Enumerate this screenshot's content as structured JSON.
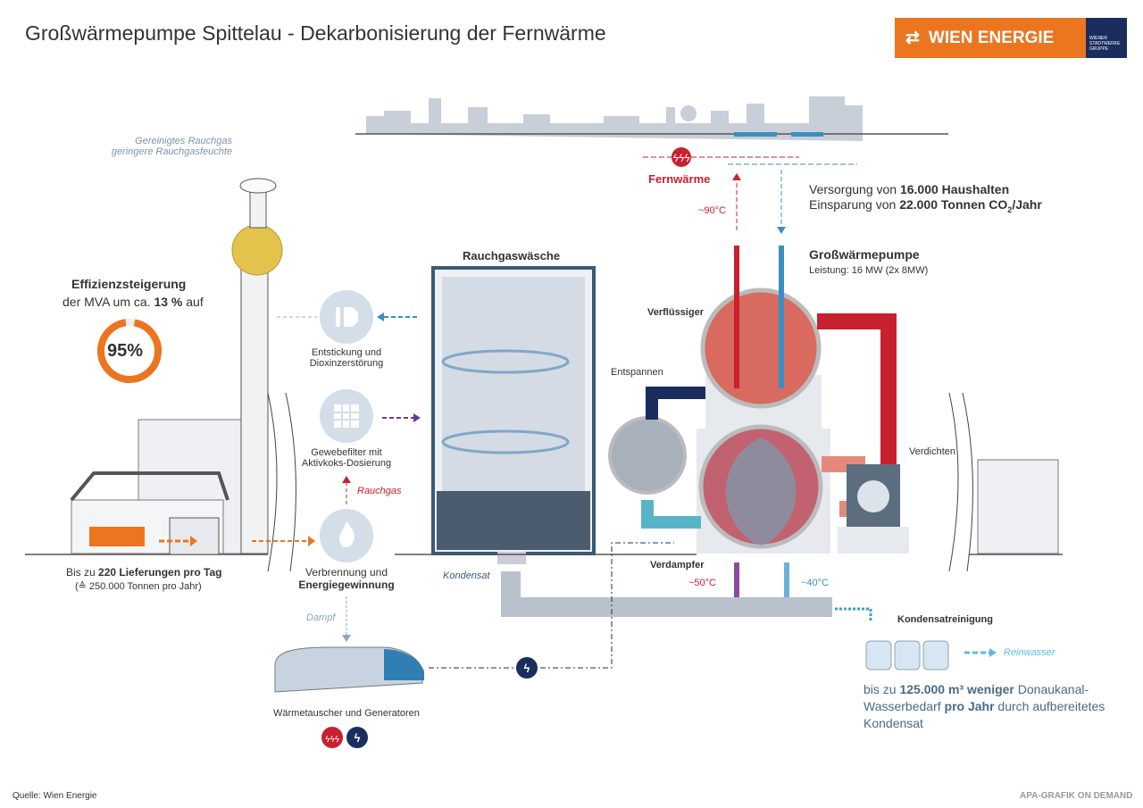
{
  "title": "Großwärmepumpe Spittelau - Dekarbonisierung der Fernwärme",
  "logo": {
    "brand": "WIEN ENERGIE",
    "group": "WIENER STADTWERKE GRUPPE",
    "color": "#ec7520",
    "group_color": "#1b2d5e"
  },
  "chimney": {
    "line1": "Gereinigtes Rauchgas",
    "line2": "geringere Rauchgasfeuchte"
  },
  "efficiency": {
    "heading": "Effizienzsteigerung",
    "pre": "der MVA um ca.",
    "bold": "13 %",
    "post": "auf",
    "gauge_value": "95%",
    "gauge_percent": 95
  },
  "deliveries": {
    "pre": "Bis zu",
    "bold": "220 Lieferungen pro Tag",
    "sub": "(≙ 250.000 Tonnen pro Jahr)"
  },
  "steps": {
    "denox": {
      "l1": "Entstickung und",
      "l2": "Dioxinzerstörung",
      "icon": "catalyst-icon"
    },
    "filter": {
      "l1": "Gewebefilter mit",
      "l2": "Aktivkoks-Dosierung",
      "icon": "filter-grid-icon"
    },
    "rauchgas": "Rauchgas",
    "combustion": {
      "l1": "Verbrennung und",
      "l2": "Energiegewinnung",
      "icon": "flame-icon"
    },
    "dampf": "Dampf",
    "generators": "Wärmetauscher und Generatoren"
  },
  "scrubber": {
    "title": "Rauchgaswäsche",
    "kondensat": "Kondensat"
  },
  "district_heating": {
    "label": "Fernwärme",
    "supply_temp": "~90°C",
    "supply_pre": "Versorgung von",
    "supply_bold": "16.000 Haushalten",
    "saving_pre": "Einsparung von",
    "saving_bold": "22.000 Tonnen CO",
    "saving_sub": "2",
    "saving_post": "/Jahr"
  },
  "heat_pump": {
    "title": "Großwärmepumpe",
    "power": "Leistung: 16 MW (2x 8MW)",
    "condenser": "Verflüssiger",
    "expansion": "Entspannen",
    "compressor": "Verdichten",
    "evaporator": "Verdampfer",
    "temp_in": "~50°C",
    "temp_out": "~40°C"
  },
  "condensate": {
    "title": "Kondensatreinigung",
    "output": "Reinwasser",
    "t1": "bis zu",
    "b1": "125.000 m³ weniger",
    "t2": "Donaukanal-",
    "t3": "Wasserbedarf",
    "b2": "pro Jahr",
    "t4": "durch aufbereitetes",
    "t5": "Kondensat"
  },
  "source": "Quelle: Wien Energie",
  "credit": "APA-GRAFIK ON DEMAND",
  "colors": {
    "red": "#c8202f",
    "blue": "#3a8fc0",
    "navy": "#1b2d5e",
    "orange": "#ec7520",
    "step_circle": "#d3dee9"
  }
}
